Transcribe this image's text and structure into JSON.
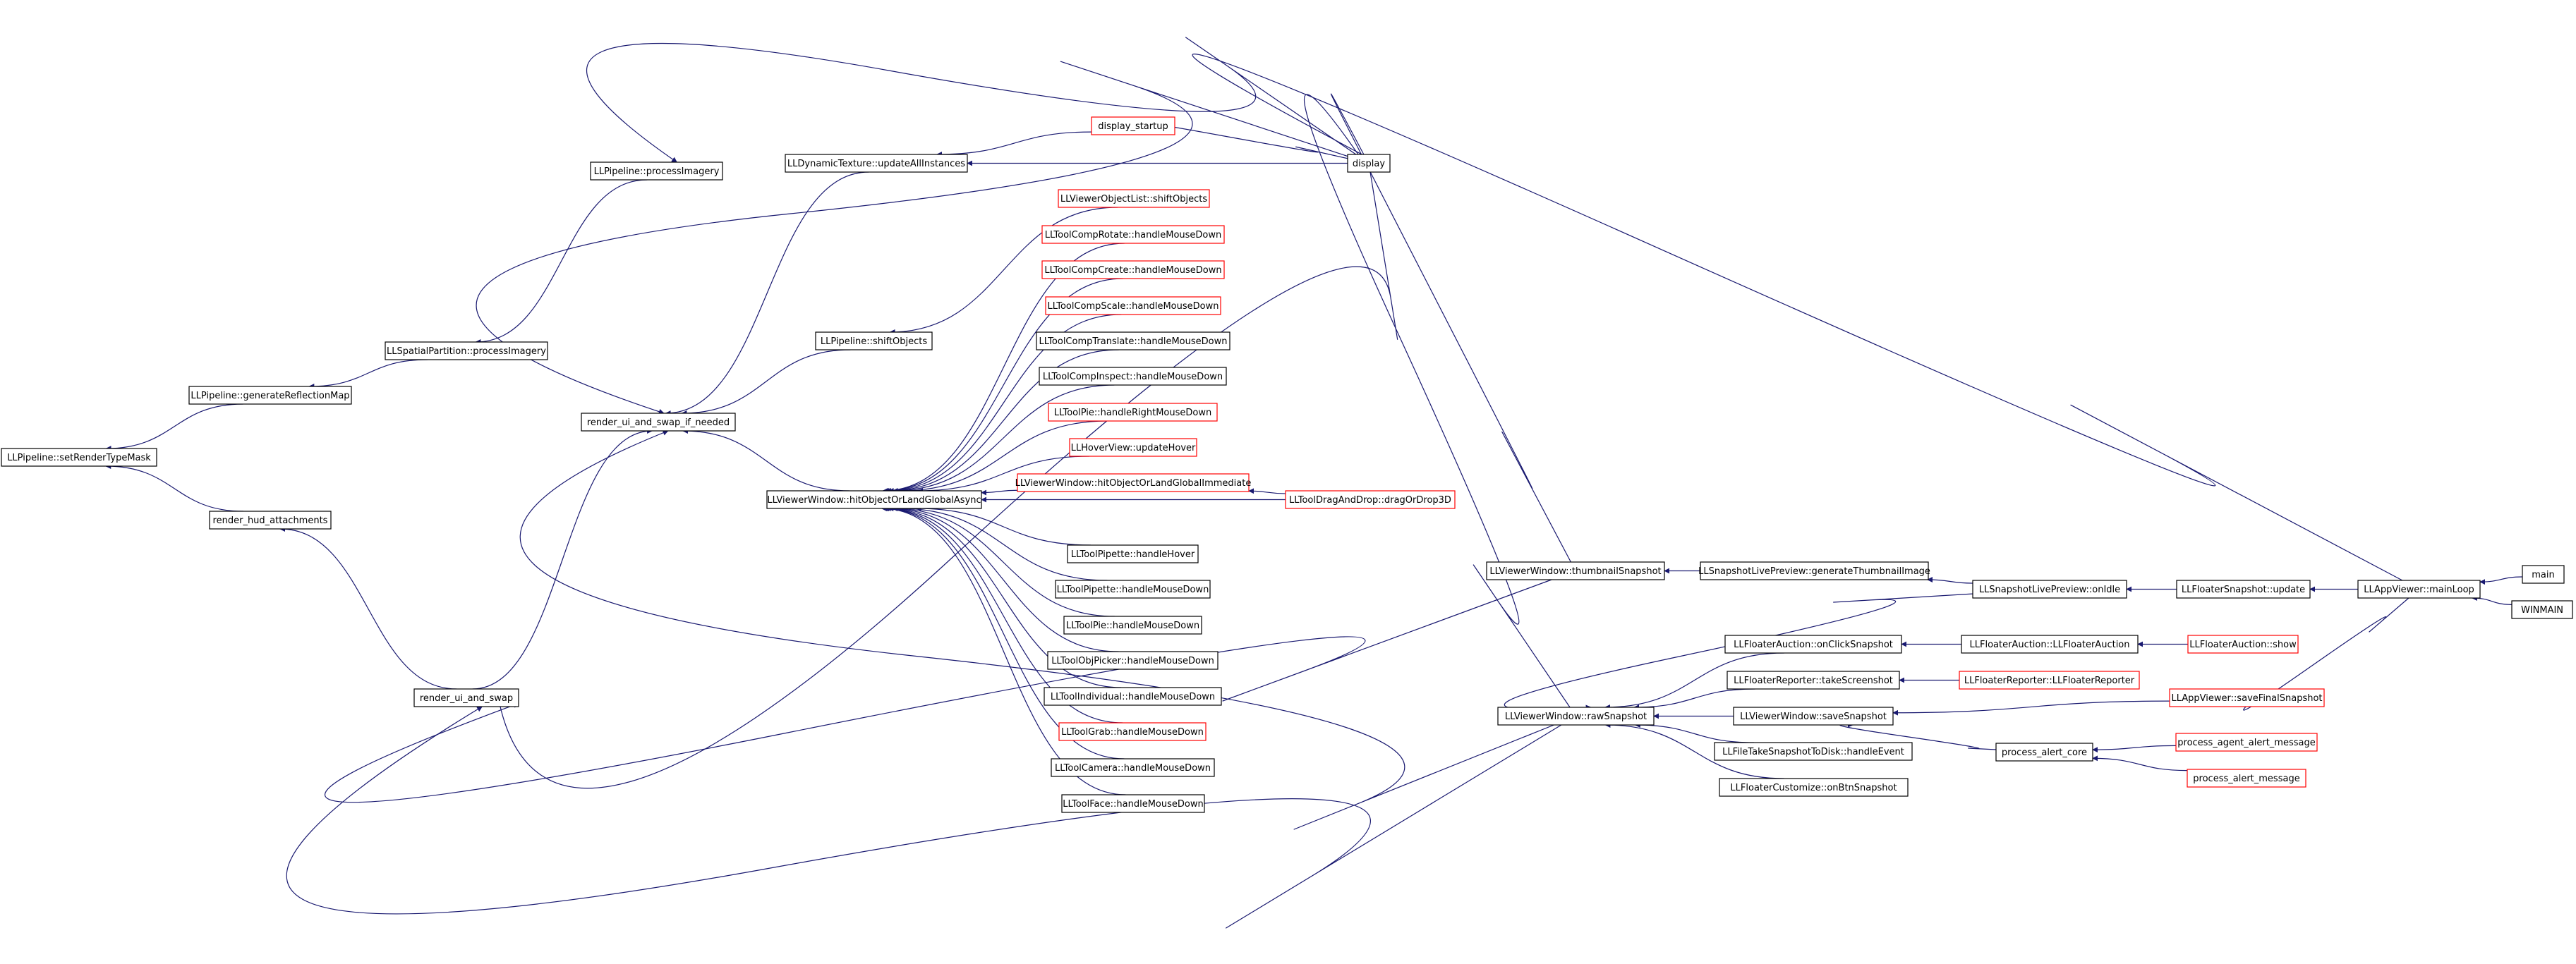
{
  "colors": {
    "edge": "#191970",
    "border_normal": "#000000",
    "border_truncated": "#ff0000",
    "root_fill": "#bfbfbf",
    "node_fill": "#ffffff"
  },
  "nodes": {
    "setRenderTypeMask": {
      "label": "LLPipeline::setRenderTypeMask",
      "style": "root"
    },
    "generateReflectionMap": {
      "label": "LLPipeline::generateReflectionMap",
      "style": "normal"
    },
    "render_hud_attachments": {
      "label": "render_hud_attachments",
      "style": "normal"
    },
    "spatialProcessImagery": {
      "label": "LLSpatialPartition::processImagery",
      "style": "normal"
    },
    "pipelineProcessImagery": {
      "label": "LLPipeline::processImagery",
      "style": "normal"
    },
    "render_ui_and_swap_if_needed": {
      "label": "render_ui_and_swap_if_needed",
      "style": "normal"
    },
    "render_ui_and_swap": {
      "label": "render_ui_and_swap",
      "style": "normal"
    },
    "updateAllInstances": {
      "label": "LLDynamicTexture::updateAllInstances",
      "style": "normal"
    },
    "pipelineShiftObjects": {
      "label": "LLPipeline::shiftObjects",
      "style": "normal"
    },
    "hitAsync": {
      "label": "LLViewerWindow::hitObjectOrLandGlobalAsync",
      "style": "normal"
    },
    "display_startup": {
      "label": "display_startup",
      "style": "truncated"
    },
    "display": {
      "label": "display",
      "style": "normal"
    },
    "objListShiftObjects": {
      "label": "LLViewerObjectList::shiftObjects",
      "style": "truncated"
    },
    "compRotate": {
      "label": "LLToolCompRotate::handleMouseDown",
      "style": "truncated"
    },
    "compCreate": {
      "label": "LLToolCompCreate::handleMouseDown",
      "style": "truncated"
    },
    "compScale": {
      "label": "LLToolCompScale::handleMouseDown",
      "style": "truncated"
    },
    "compTranslate": {
      "label": "LLToolCompTranslate::handleMouseDown",
      "style": "normal"
    },
    "compInspect": {
      "label": "LLToolCompInspect::handleMouseDown",
      "style": "normal"
    },
    "pieRight": {
      "label": "LLToolPie::handleRightMouseDown",
      "style": "truncated"
    },
    "hoverUpdate": {
      "label": "LLHoverView::updateHover",
      "style": "truncated"
    },
    "hitImmediate": {
      "label": "LLViewerWindow::hitObjectOrLandGlobalImmediate",
      "style": "truncated"
    },
    "dragDrop3D": {
      "label": "LLToolDragAndDrop::dragOrDrop3D",
      "style": "truncated"
    },
    "pipetteHover": {
      "label": "LLToolPipette::handleHover",
      "style": "normal"
    },
    "pipetteMouseDown": {
      "label": "LLToolPipette::handleMouseDown",
      "style": "normal"
    },
    "pieMouseDown": {
      "label": "LLToolPie::handleMouseDown",
      "style": "normal"
    },
    "objPicker": {
      "label": "LLToolObjPicker::handleMouseDown",
      "style": "normal"
    },
    "toolIndividual": {
      "label": "LLToolIndividual::handleMouseDown",
      "style": "normal"
    },
    "toolGrab": {
      "label": "LLToolGrab::handleMouseDown",
      "style": "truncated"
    },
    "toolCamera": {
      "label": "LLToolCamera::handleMouseDown",
      "style": "normal"
    },
    "toolFace": {
      "label": "LLToolFace::handleMouseDown",
      "style": "normal"
    },
    "thumbnailSnapshot": {
      "label": "LLViewerWindow::thumbnailSnapshot",
      "style": "normal"
    },
    "rawSnapshot": {
      "label": "LLViewerWindow::rawSnapshot",
      "style": "normal"
    },
    "genThumb": {
      "label": "LLSnapshotLivePreview::generateThumbnailImage",
      "style": "normal"
    },
    "onIdle": {
      "label": "LLSnapshotLivePreview::onIdle",
      "style": "normal"
    },
    "floaterSnapshotUpdate": {
      "label": "LLFloaterSnapshot::update",
      "style": "normal"
    },
    "mainLoop": {
      "label": "LLAppViewer::mainLoop",
      "style": "normal"
    },
    "main": {
      "label": "main",
      "style": "normal"
    },
    "winmain": {
      "label": "WINMAIN",
      "style": "normal"
    },
    "auctionOnClick": {
      "label": "LLFloaterAuction::onClickSnapshot",
      "style": "normal"
    },
    "auctionCtor": {
      "label": "LLFloaterAuction::LLFloaterAuction",
      "style": "normal"
    },
    "auctionShow": {
      "label": "LLFloaterAuction::show",
      "style": "truncated"
    },
    "reporterTake": {
      "label": "LLFloaterReporter::takeScreenshot",
      "style": "normal"
    },
    "reporterCtor": {
      "label": "LLFloaterReporter::LLFloaterReporter",
      "style": "truncated"
    },
    "saveSnapshot": {
      "label": "LLViewerWindow::saveSnapshot",
      "style": "normal"
    },
    "saveFinal": {
      "label": "LLAppViewer::saveFinalSnapshot",
      "style": "truncated"
    },
    "takeToDisk": {
      "label": "LLFileTakeSnapshotToDisk::handleEvent",
      "style": "normal"
    },
    "alertCore": {
      "label": "process_alert_core",
      "style": "normal"
    },
    "agentAlert": {
      "label": "process_agent_alert_message",
      "style": "truncated"
    },
    "alertMsg": {
      "label": "process_alert_message",
      "style": "truncated"
    },
    "customize": {
      "label": "LLFloaterCustomize::onBtnSnapshot",
      "style": "normal"
    }
  },
  "edges": [
    [
      "generateReflectionMap",
      "setRenderTypeMask"
    ],
    [
      "render_hud_attachments",
      "setRenderTypeMask"
    ],
    [
      "spatialProcessImagery",
      "generateReflectionMap"
    ],
    [
      "pipelineProcessImagery",
      "spatialProcessImagery"
    ],
    [
      "render_ui_and_swap",
      "render_hud_attachments"
    ],
    [
      "display",
      "pipelineProcessImagery"
    ],
    [
      "render_ui_and_swap",
      "render_ui_and_swap_if_needed"
    ],
    [
      "updateAllInstances",
      "render_ui_and_swap_if_needed"
    ],
    [
      "pipelineShiftObjects",
      "render_ui_and_swap_if_needed"
    ],
    [
      "hitAsync",
      "render_ui_and_swap_if_needed"
    ],
    [
      "display",
      "render_ui_and_swap_if_needed"
    ],
    [
      "rawSnapshot",
      "render_ui_and_swap_if_needed"
    ],
    [
      "display",
      "render_ui_and_swap"
    ],
    [
      "thumbnailSnapshot",
      "render_ui_and_swap"
    ],
    [
      "rawSnapshot",
      "render_ui_and_swap"
    ],
    [
      "display_startup",
      "updateAllInstances"
    ],
    [
      "display",
      "updateAllInstances"
    ],
    [
      "display",
      "display_startup"
    ],
    [
      "objListShiftObjects",
      "pipelineShiftObjects"
    ],
    [
      "compRotate",
      "hitAsync"
    ],
    [
      "compCreate",
      "hitAsync"
    ],
    [
      "compScale",
      "hitAsync"
    ],
    [
      "compTranslate",
      "hitAsync"
    ],
    [
      "compInspect",
      "hitAsync"
    ],
    [
      "pieRight",
      "hitAsync"
    ],
    [
      "hoverUpdate",
      "hitAsync"
    ],
    [
      "hitImmediate",
      "hitAsync"
    ],
    [
      "dragDrop3D",
      "hitAsync"
    ],
    [
      "pipetteHover",
      "hitAsync"
    ],
    [
      "pipetteMouseDown",
      "hitAsync"
    ],
    [
      "pieMouseDown",
      "hitAsync"
    ],
    [
      "objPicker",
      "hitAsync"
    ],
    [
      "toolIndividual",
      "hitAsync"
    ],
    [
      "toolGrab",
      "hitAsync"
    ],
    [
      "toolCamera",
      "hitAsync"
    ],
    [
      "toolFace",
      "hitAsync"
    ],
    [
      "dragDrop3D",
      "hitImmediate"
    ],
    [
      "mainLoop",
      "display"
    ],
    [
      "thumbnailSnapshot",
      "display"
    ],
    [
      "rawSnapshot",
      "display"
    ],
    [
      "genThumb",
      "thumbnailSnapshot"
    ],
    [
      "onIdle",
      "genThumb"
    ],
    [
      "floaterSnapshotUpdate",
      "onIdle"
    ],
    [
      "mainLoop",
      "floaterSnapshotUpdate"
    ],
    [
      "main",
      "mainLoop"
    ],
    [
      "winmain",
      "mainLoop"
    ],
    [
      "onIdle",
      "rawSnapshot"
    ],
    [
      "auctionOnClick",
      "rawSnapshot"
    ],
    [
      "reporterTake",
      "rawSnapshot"
    ],
    [
      "saveSnapshot",
      "rawSnapshot"
    ],
    [
      "takeToDisk",
      "rawSnapshot"
    ],
    [
      "customize",
      "rawSnapshot"
    ],
    [
      "auctionCtor",
      "auctionOnClick"
    ],
    [
      "auctionShow",
      "auctionCtor"
    ],
    [
      "reporterCtor",
      "reporterTake"
    ],
    [
      "saveFinal",
      "saveSnapshot"
    ],
    [
      "alertCore",
      "saveSnapshot"
    ],
    [
      "mainLoop",
      "saveFinal"
    ],
    [
      "agentAlert",
      "alertCore"
    ],
    [
      "alertMsg",
      "alertCore"
    ]
  ]
}
